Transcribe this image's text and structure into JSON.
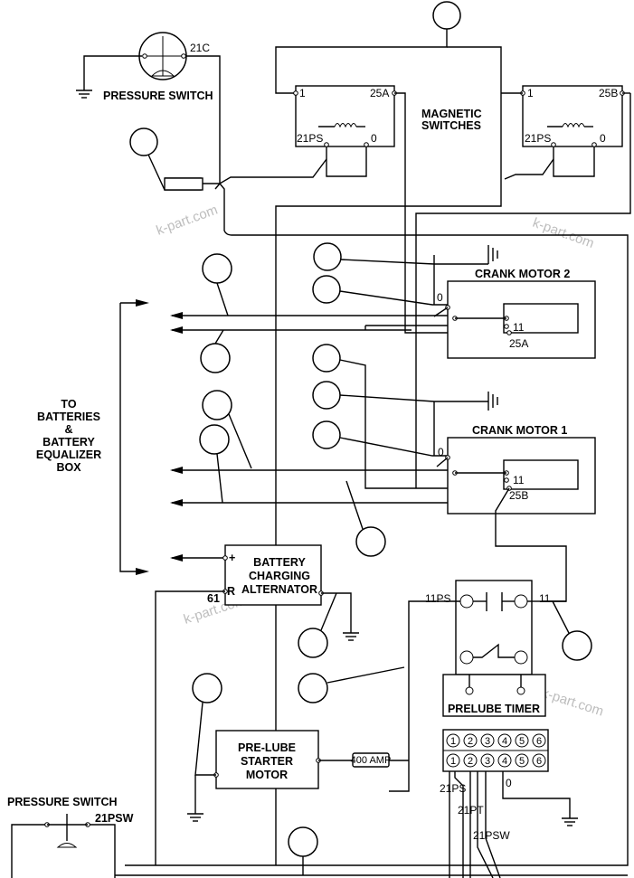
{
  "watermark": "k-part.com",
  "labels": {
    "pressure_switch_top": "PRESSURE SWITCH",
    "term_21c": "21C",
    "magnetic_switches": "MAGNETIC SWITCHES",
    "magnetic_switches_l1": "MAGNETIC",
    "magnetic_switches_l2": "SWITCHES",
    "crank_motor_2": "CRANK MOTOR  2",
    "crank_motor_1": "CRANK MOTOR  1",
    "to_batteries": [
      "TO",
      "BATTERIES",
      "&",
      "BATTERY",
      "EQUALIZER",
      "BOX"
    ],
    "alternator": [
      "BATTERY",
      "CHARGING",
      "ALTERNATOR"
    ],
    "alt_plus": "+",
    "alt_r": "R",
    "alt_61": "61",
    "prelube_timer": "PRELUBE TIMER",
    "prelube_starter": [
      "PRE-LUBE",
      "STARTER",
      "MOTOR"
    ],
    "fuse": "400 AMP",
    "pressure_switch_bottom": "PRESSURE SWITCH",
    "term_21psw_left": "21PSW",
    "term_11ps": "11PS",
    "term_11": "11",
    "term_21ps": "21PS",
    "term_21pt": "21PT",
    "term_21psw": "21PSW",
    "term_0": "0"
  },
  "magnetic_switch_a": {
    "t1": "1",
    "t25": "25A",
    "t21ps": "21PS",
    "t0": "0"
  },
  "magnetic_switch_b": {
    "t1": "1",
    "t25": "25B",
    "t21ps": "21PS",
    "t0": "0"
  },
  "crank_motor_2_terms": {
    "t0": "0",
    "t11": "11",
    "t25": "25A"
  },
  "crank_motor_1_terms": {
    "t0": "0",
    "t11": "11",
    "t25": "25B"
  },
  "timer_terminals": [
    "1",
    "2",
    "3",
    "4",
    "5",
    "6"
  ]
}
